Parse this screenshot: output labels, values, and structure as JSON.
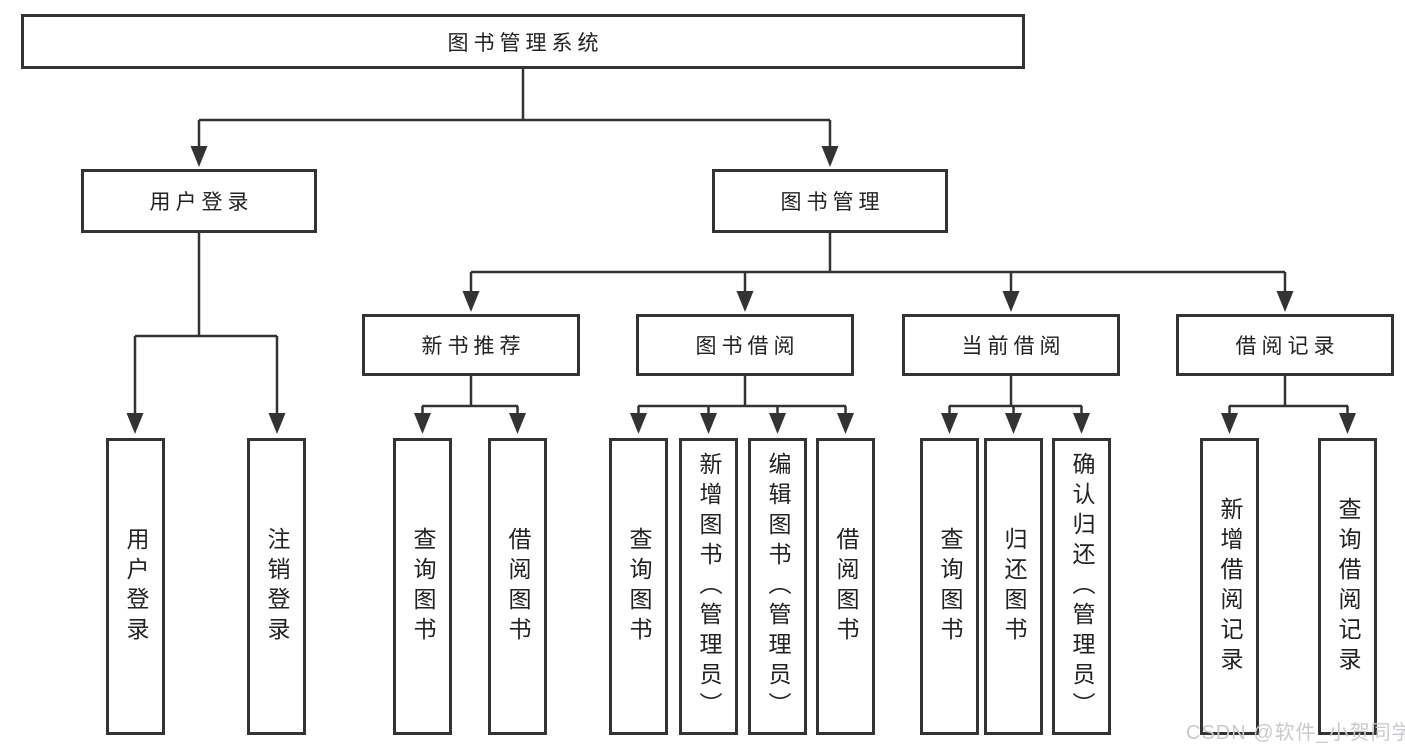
{
  "tree": {
    "root": {
      "label": "图书管理系统",
      "children": [
        {
          "label": "用户登录",
          "children": [
            {
              "label": "用户登录"
            },
            {
              "label": "注销登录"
            }
          ]
        },
        {
          "label": "图书管理",
          "children": [
            {
              "label": "新书推荐",
              "children": [
                {
                  "label": "查询图书"
                },
                {
                  "label": "借阅图书"
                }
              ]
            },
            {
              "label": "图书借阅",
              "children": [
                {
                  "label": "查询图书"
                },
                {
                  "label": "新增图书（管理员）"
                },
                {
                  "label": "编辑图书（管理员）"
                },
                {
                  "label": "借阅图书"
                }
              ]
            },
            {
              "label": "当前借阅",
              "children": [
                {
                  "label": "查询图书"
                },
                {
                  "label": "归还图书"
                },
                {
                  "label": "确认归还（管理员）"
                }
              ]
            },
            {
              "label": "借阅记录",
              "children": [
                {
                  "label": "新增借阅记录"
                },
                {
                  "label": "查询借阅记录"
                }
              ]
            }
          ]
        }
      ]
    }
  },
  "watermark": {
    "text": "CSDN @软件_小贺同学"
  },
  "colors": {
    "line": "#333333",
    "box_border": "#333333",
    "box_background": "#ffffff",
    "text": "#222222",
    "watermark": "#c8cbce",
    "background": "#ffffff"
  }
}
